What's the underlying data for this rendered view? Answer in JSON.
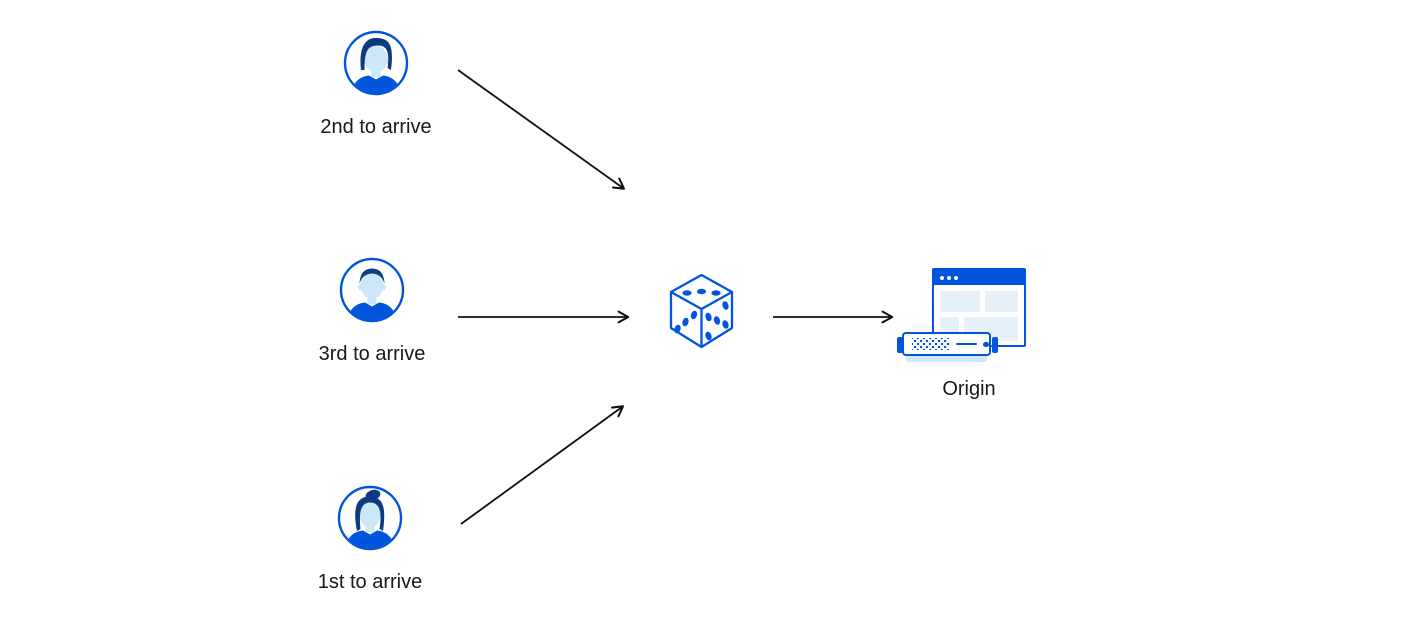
{
  "colors": {
    "primary_blue": "#0055dc",
    "dark_blue": "#0e3b80",
    "light_blue": "#cde7f6",
    "pale_blue": "#e7f1f9",
    "base_blue": "#cfe7f8",
    "arrow_black": "#101010",
    "label_text": "#17181a",
    "background": "#ffffff"
  },
  "diagram": {
    "clients": [
      {
        "label": "2nd to arrive",
        "icon": "male-user-avatar-icon"
      },
      {
        "label": "3rd to arrive",
        "icon": "male-user-avatar-icon"
      },
      {
        "label": "1st to arrive",
        "icon": "female-user-avatar-icon"
      }
    ],
    "steering": {
      "icon": "dice-icon"
    },
    "origin": {
      "label": "Origin",
      "icons": [
        "browser-window-icon",
        "server-icon"
      ]
    }
  }
}
